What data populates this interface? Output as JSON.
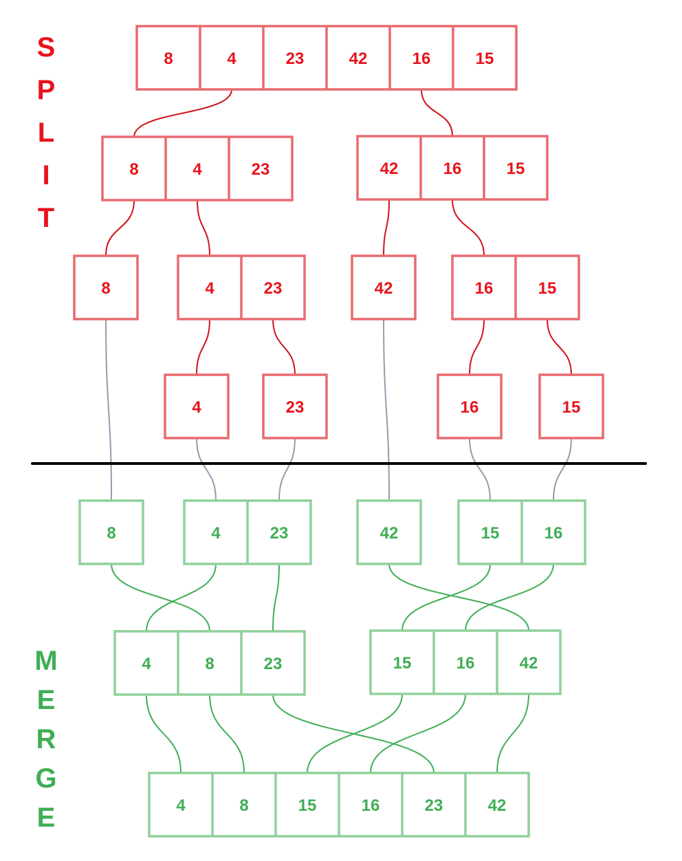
{
  "split_label": [
    "S",
    "P",
    "L",
    "I",
    "T"
  ],
  "merge_label": [
    "M",
    "E",
    "R",
    "G",
    "E"
  ],
  "colors": {
    "split_border": "#e86a6f",
    "split_text": "#e8131b",
    "split_link": "#d0111a",
    "cross_link": "#939aae",
    "merge_border": "#8fd19a",
    "merge_text": "#3fae55",
    "merge_link": "#3fae55",
    "divider": "#000000"
  },
  "split": {
    "level1": [
      [
        "8",
        "4",
        "23",
        "42",
        "16",
        "15"
      ]
    ],
    "level2": [
      [
        "8",
        "4",
        "23"
      ],
      [
        "42",
        "16",
        "15"
      ]
    ],
    "level3": [
      [
        "8"
      ],
      [
        "4",
        "23"
      ],
      [
        "42"
      ],
      [
        "16",
        "15"
      ]
    ],
    "level4": [
      [
        "4"
      ],
      [
        "23"
      ],
      [
        "16"
      ],
      [
        "15"
      ]
    ]
  },
  "merge": {
    "level1": [
      [
        "8"
      ],
      [
        "4",
        "23"
      ],
      [
        "42"
      ],
      [
        "15",
        "16"
      ]
    ],
    "level2": [
      [
        "4",
        "8",
        "23"
      ],
      [
        "15",
        "16",
        "42"
      ]
    ],
    "level3": [
      [
        "4",
        "8",
        "15",
        "16",
        "23",
        "42"
      ]
    ]
  }
}
